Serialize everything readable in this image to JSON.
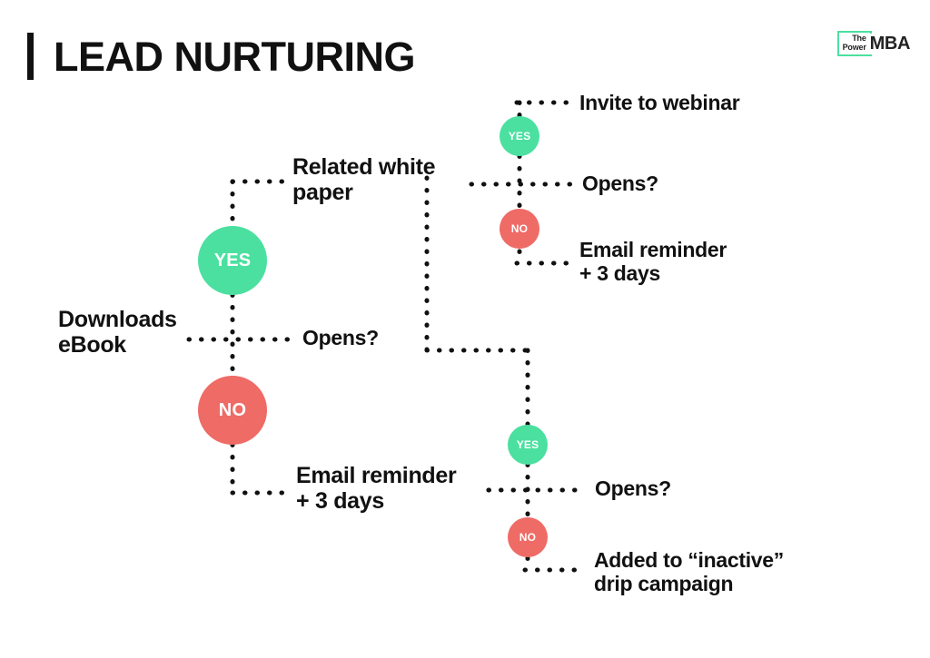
{
  "header": {
    "title": "LEAD NURTURING",
    "accent_bar_color": "#111111"
  },
  "logo": {
    "line1": "The",
    "line2": "Power",
    "mark": "MBA",
    "frame_color": "#4BE0A0"
  },
  "colors": {
    "yes": "#4BE0A0",
    "no": "#EF6B66",
    "text": "#111111",
    "connector": "#111111",
    "background": "#FFFFFF"
  },
  "diagram": {
    "type": "flowchart",
    "entry": "Downloads eBook",
    "badges": {
      "yes": "YES",
      "no": "NO"
    },
    "labels": {
      "downloads_ebook": "Downloads eBook",
      "opens_1": "Opens?",
      "related_white_paper": "Related white\npaper",
      "email_reminder_1": "Email reminder\n+ 3 days",
      "invite_to_webinar": "Invite to webinar",
      "opens_2": "Opens?",
      "email_reminder_2": "Email reminder\n+ 3 days",
      "opens_3": "Opens?",
      "added_inactive": "Added to “inactive”\ndrip campaign"
    },
    "nodes": [
      {
        "id": "downloads_ebook",
        "label": "Downloads eBook",
        "kind": "entry"
      },
      {
        "id": "opens_1",
        "label": "Opens?",
        "kind": "decision"
      },
      {
        "id": "yes_1",
        "label": "YES",
        "kind": "branch-yes"
      },
      {
        "id": "no_1",
        "label": "NO",
        "kind": "branch-no"
      },
      {
        "id": "related_white_paper",
        "label": "Related white paper",
        "kind": "action"
      },
      {
        "id": "email_reminder_1",
        "label": "Email reminder + 3 days",
        "kind": "action"
      },
      {
        "id": "opens_2",
        "label": "Opens?",
        "kind": "decision"
      },
      {
        "id": "yes_2",
        "label": "YES",
        "kind": "branch-yes"
      },
      {
        "id": "no_2",
        "label": "NO",
        "kind": "branch-no"
      },
      {
        "id": "invite_to_webinar",
        "label": "Invite to webinar",
        "kind": "action"
      },
      {
        "id": "email_reminder_2",
        "label": "Email reminder + 3 days",
        "kind": "action"
      },
      {
        "id": "opens_3",
        "label": "Opens?",
        "kind": "decision"
      },
      {
        "id": "yes_3",
        "label": "YES",
        "kind": "branch-yes"
      },
      {
        "id": "no_3",
        "label": "NO",
        "kind": "branch-no"
      },
      {
        "id": "added_inactive",
        "label": "Added to “inactive” drip campaign",
        "kind": "action"
      }
    ],
    "edges": [
      {
        "from": "downloads_ebook",
        "to": "opens_1",
        "label": ""
      },
      {
        "from": "opens_1",
        "to": "related_white_paper",
        "label": "YES"
      },
      {
        "from": "opens_1",
        "to": "email_reminder_1",
        "label": "NO"
      },
      {
        "from": "related_white_paper",
        "to": "opens_2",
        "label": ""
      },
      {
        "from": "opens_2",
        "to": "invite_to_webinar",
        "label": "YES"
      },
      {
        "from": "opens_2",
        "to": "email_reminder_2",
        "label": "NO"
      },
      {
        "from": "email_reminder_1",
        "to": "opens_3",
        "label": ""
      },
      {
        "from": "opens_3",
        "to": "email_reminder_2",
        "label": "YES"
      },
      {
        "from": "opens_3",
        "to": "added_inactive",
        "label": "NO"
      }
    ]
  }
}
